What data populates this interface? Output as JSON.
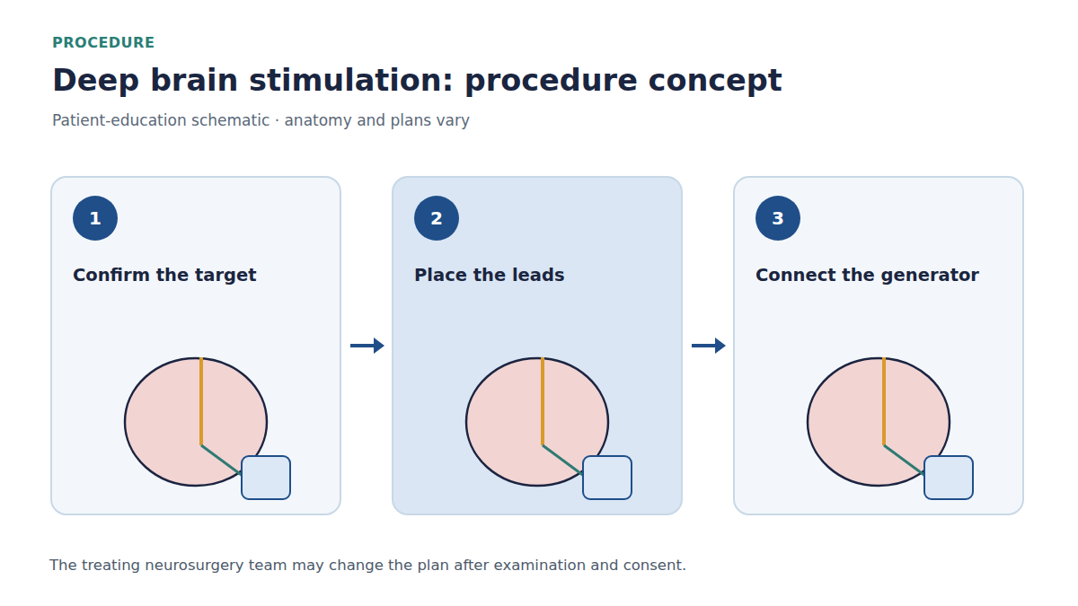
{
  "diagram": {
    "title": "Deep brain stimulation: procedure concept",
    "caption": "The treating neurosurgery team may change the plan after examination and consent.",
    "nodes": [
      {
        "text": [
          "Confirm the target"
        ]
      },
      {
        "text": [
          "1"
        ],
        "in": 0
      },
      {
        "text": [
          "Place the leads"
        ]
      },
      {
        "text": [
          "2"
        ],
        "in": 2
      },
      {
        "text": [
          "Connect the generator"
        ]
      },
      {
        "text": [
          "3"
        ],
        "in": 4
      }
    ],
    "edges": [
      {
        "from": 0,
        "to": 2,
        "arrow": "to"
      },
      {
        "from": 2,
        "to": 4,
        "arrow": "to"
      }
    ],
    "labels": [
      "PROCEDURE",
      "Patient-education schematic · anatomy and plans vary"
    ]
  }
}
